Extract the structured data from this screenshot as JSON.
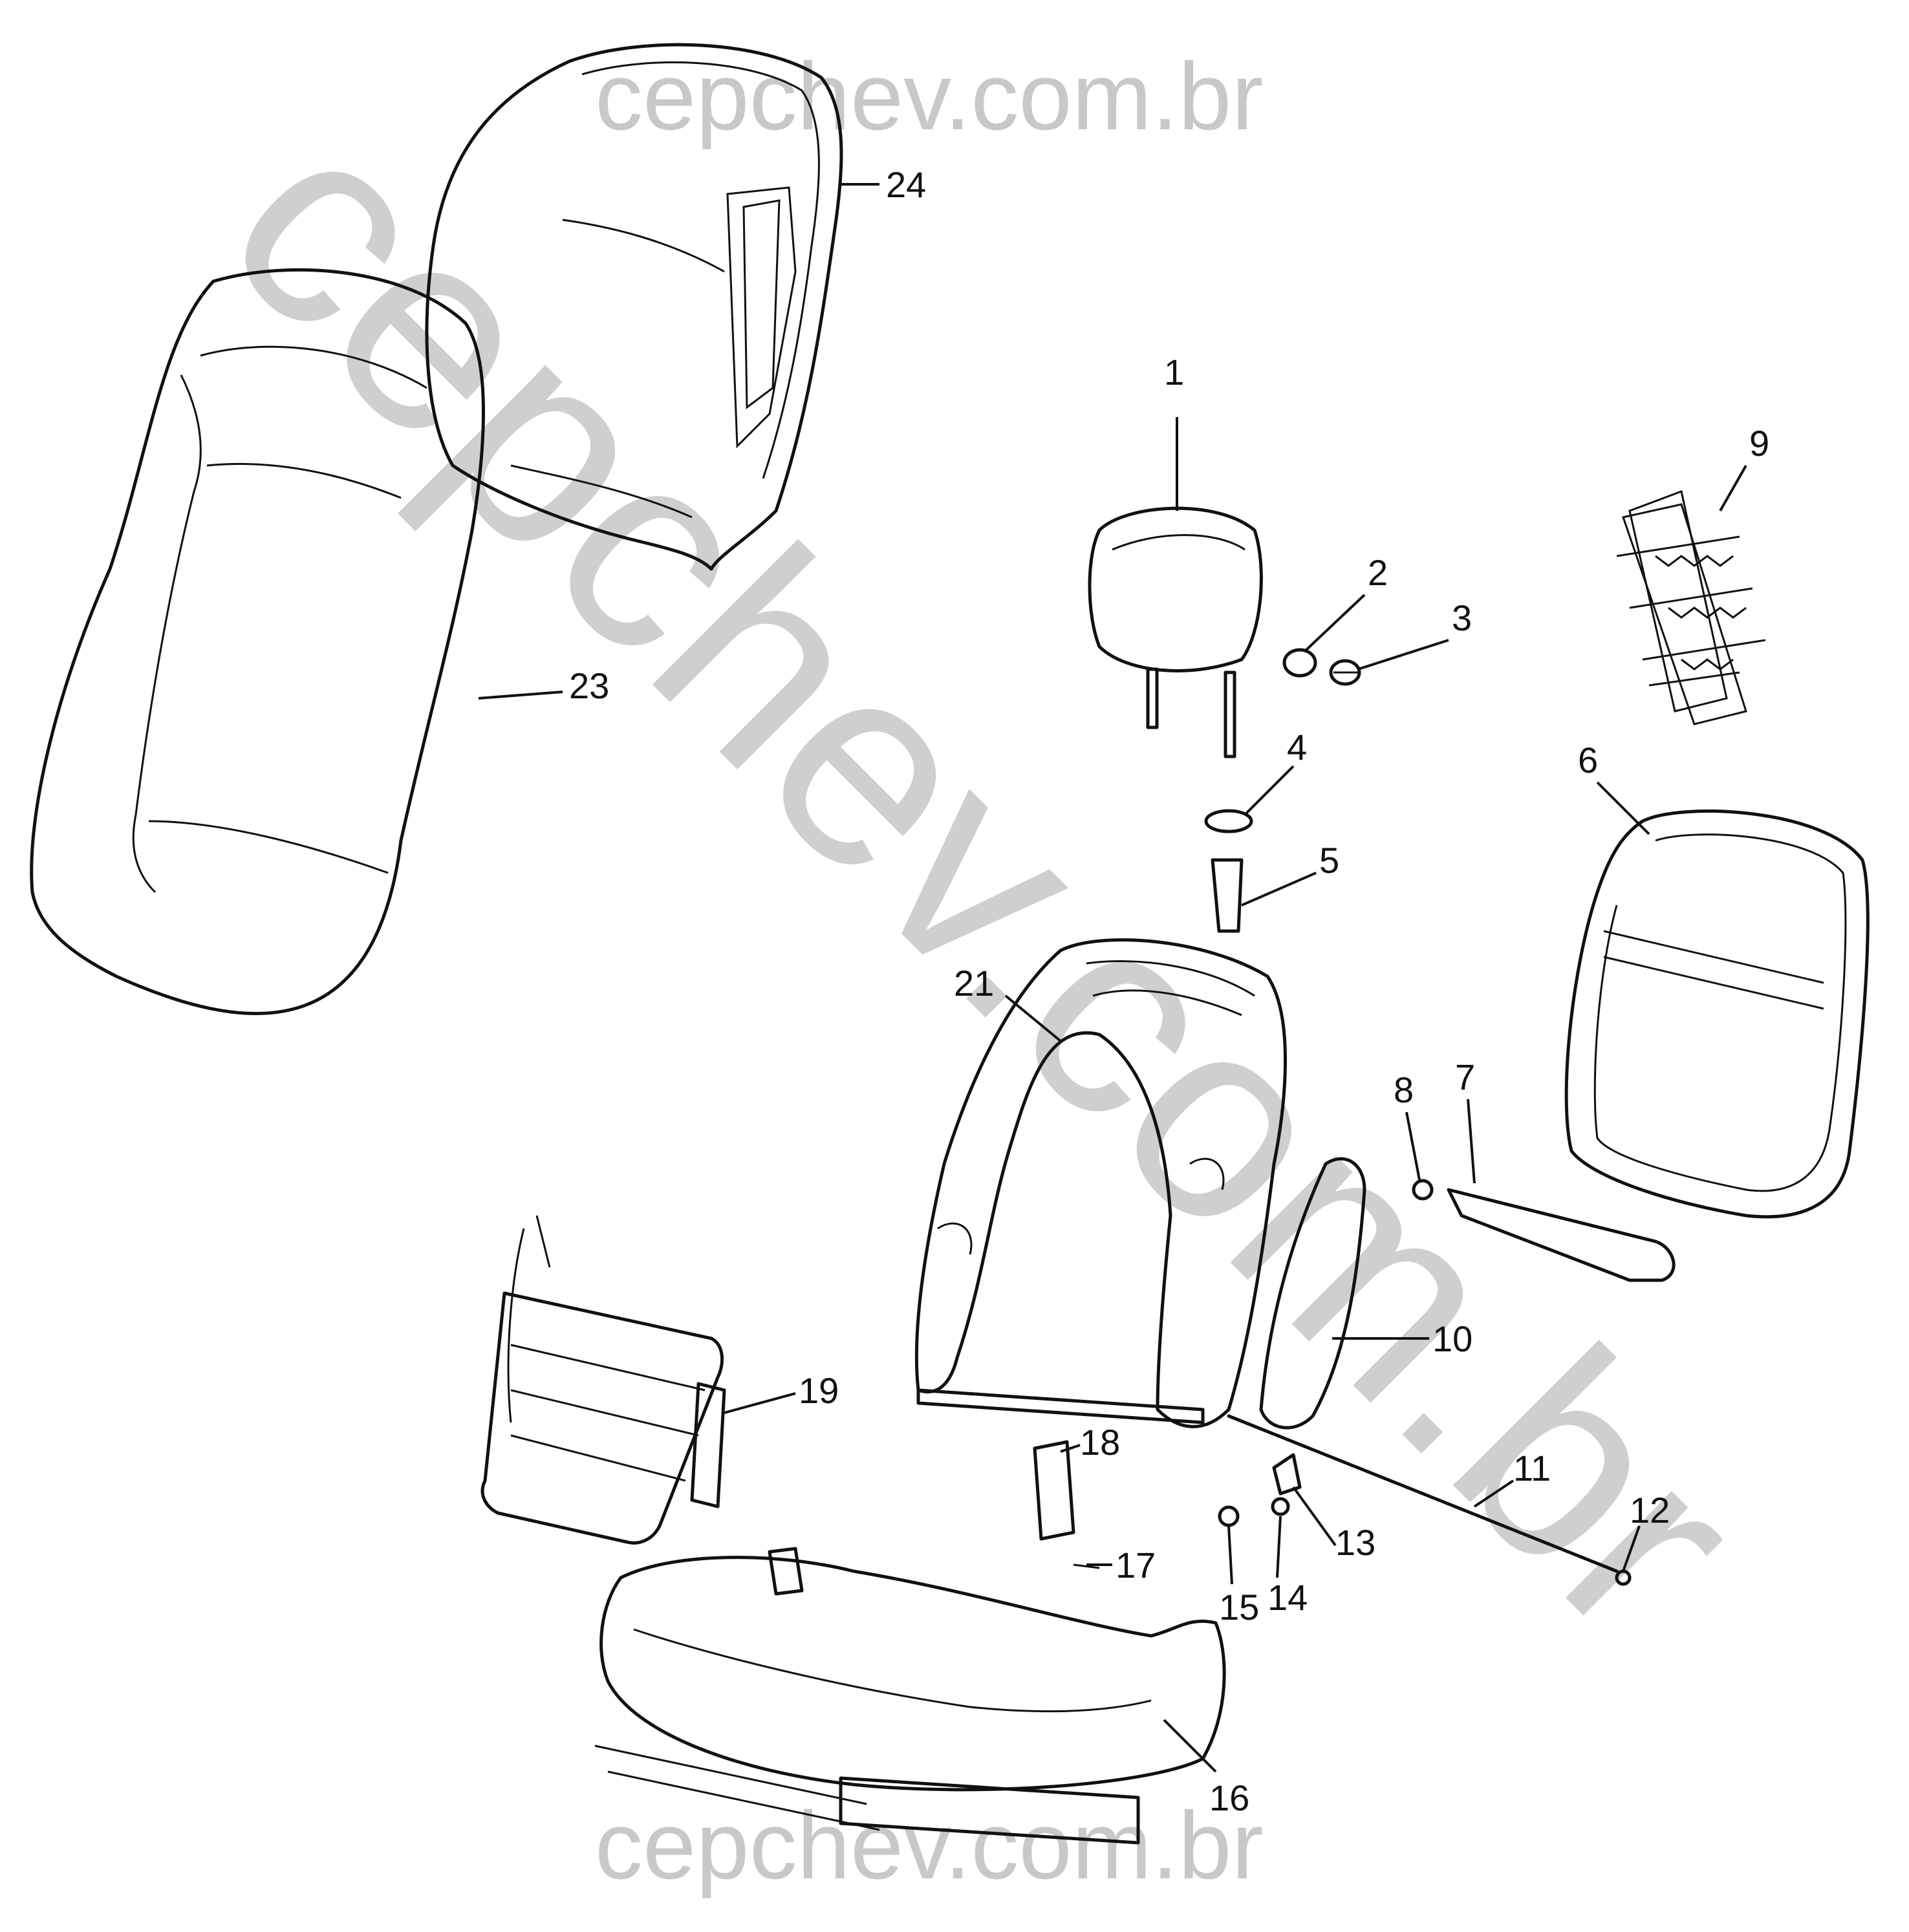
{
  "watermark": {
    "text": "cepchev.com.br",
    "color": "#c8c8c8"
  },
  "callouts": [
    {
      "id": "1",
      "label": "1"
    },
    {
      "id": "2",
      "label": "2"
    },
    {
      "id": "3",
      "label": "3"
    },
    {
      "id": "4",
      "label": "4"
    },
    {
      "id": "5",
      "label": "5"
    },
    {
      "id": "6",
      "label": "6"
    },
    {
      "id": "7",
      "label": "7"
    },
    {
      "id": "8",
      "label": "8"
    },
    {
      "id": "9",
      "label": "9"
    },
    {
      "id": "10",
      "label": "10"
    },
    {
      "id": "11",
      "label": "11"
    },
    {
      "id": "12",
      "label": "12"
    },
    {
      "id": "13",
      "label": "13"
    },
    {
      "id": "14",
      "label": "14"
    },
    {
      "id": "15",
      "label": "15"
    },
    {
      "id": "16",
      "label": "16"
    },
    {
      "id": "17",
      "label": "17"
    },
    {
      "id": "18",
      "label": "18"
    },
    {
      "id": "19",
      "label": "19"
    },
    {
      "id": "21",
      "label": "21"
    },
    {
      "id": "23",
      "label": "23"
    },
    {
      "id": "24",
      "label": "24"
    }
  ]
}
